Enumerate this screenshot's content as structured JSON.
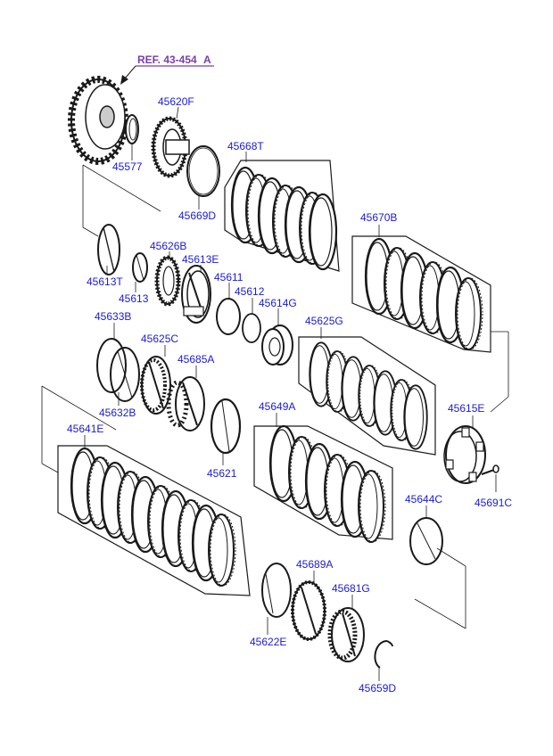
{
  "reference": {
    "text": "REF. 43-454",
    "mark": "A"
  },
  "parts": [
    {
      "id": "p45577",
      "label": "45577"
    },
    {
      "id": "p45620F",
      "label": "45620F"
    },
    {
      "id": "p45668T",
      "label": "45668T"
    },
    {
      "id": "p45669D",
      "label": "45669D"
    },
    {
      "id": "p45670B",
      "label": "45670B"
    },
    {
      "id": "p45626B",
      "label": "45626B"
    },
    {
      "id": "p45613E",
      "label": "45613E"
    },
    {
      "id": "p45613T",
      "label": "45613T"
    },
    {
      "id": "p45613",
      "label": "45613"
    },
    {
      "id": "p45611",
      "label": "45611"
    },
    {
      "id": "p45612",
      "label": "45612"
    },
    {
      "id": "p45614G",
      "label": "45614G"
    },
    {
      "id": "p45633B",
      "label": "45633B"
    },
    {
      "id": "p45625C",
      "label": "45625C"
    },
    {
      "id": "p45625G",
      "label": "45625G"
    },
    {
      "id": "p45685A",
      "label": "45685A"
    },
    {
      "id": "p45632B",
      "label": "45632B"
    },
    {
      "id": "p45649A",
      "label": "45649A"
    },
    {
      "id": "p45615E",
      "label": "45615E"
    },
    {
      "id": "p45641E",
      "label": "45641E"
    },
    {
      "id": "p45621",
      "label": "45621"
    },
    {
      "id": "p45691C",
      "label": "45691C"
    },
    {
      "id": "p45644C",
      "label": "45644C"
    },
    {
      "id": "p45689A",
      "label": "45689A"
    },
    {
      "id": "p45681G",
      "label": "45681G"
    },
    {
      "id": "p45622E",
      "label": "45622E"
    },
    {
      "id": "p45659D",
      "label": "45659D"
    }
  ],
  "colors": {
    "label": "#1a1ad8",
    "reference": "#7a3ea8",
    "line": "#1a1a1a"
  }
}
